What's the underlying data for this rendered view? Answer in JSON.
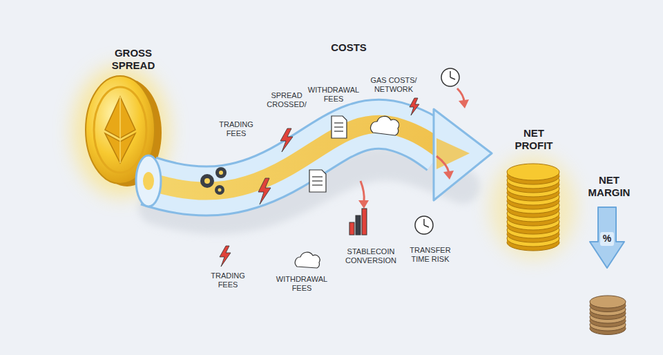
{
  "diagram": {
    "labels": [
      "GROSS SPREAD",
      "COSTS",
      "SPREAD CROSSED/",
      "WITHDRAWAL FEES",
      "GAS COSTS/ NETWORK",
      "TRADING FEES",
      "NET PROFIT",
      "NET MARGIN",
      "TRADING FEES",
      "WITHDRAWAL FEES",
      "STABLECOIN CONVERSION",
      "TRANSFER TIME RISK",
      "%"
    ]
  }
}
